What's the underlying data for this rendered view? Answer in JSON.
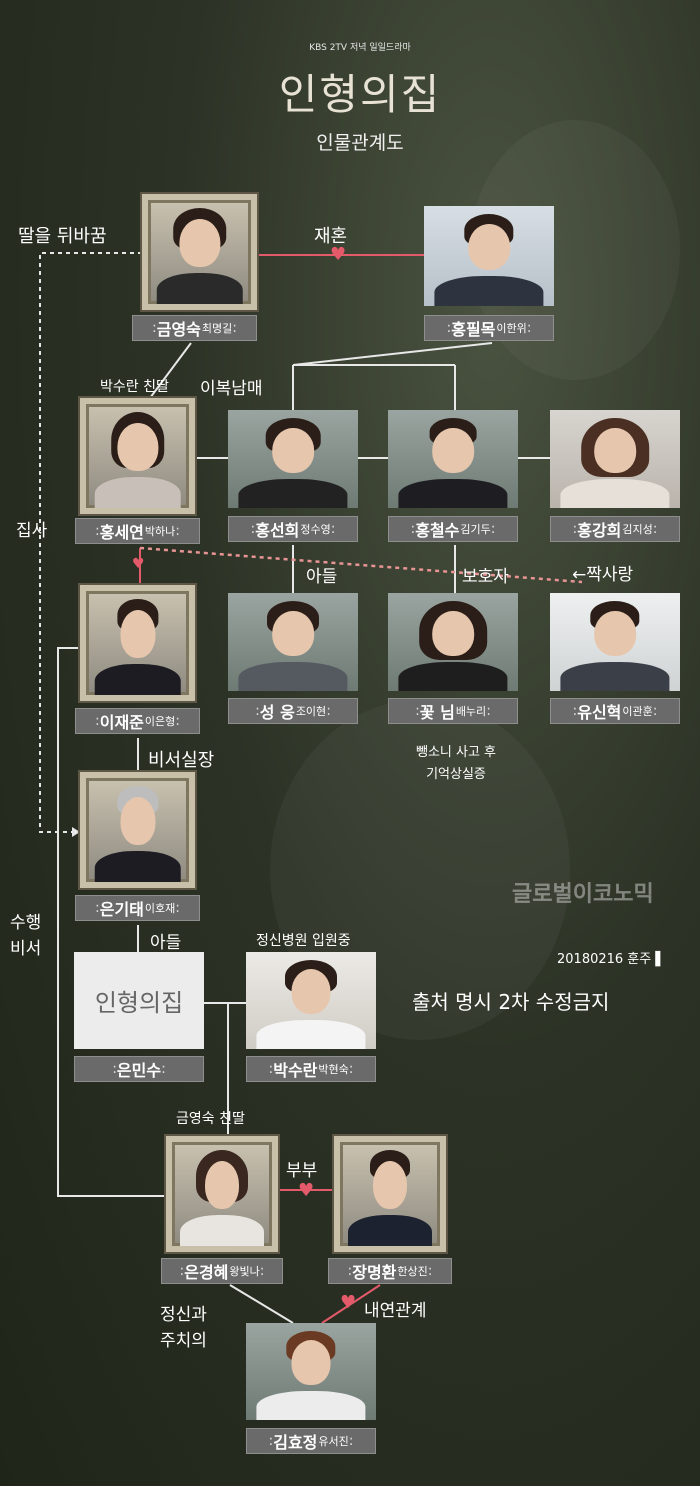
{
  "header": {
    "broadcaster": "KBS 2TV 저녁 일일드라마",
    "title": "인형의집",
    "subtitle": "인물관계도"
  },
  "characters": {
    "geum_youngsook": {
      "name": "금영숙",
      "actor": "최명길"
    },
    "hong_pilmok": {
      "name": "홍필목",
      "actor": "이한위"
    },
    "hong_seyeon": {
      "name": "홍세연",
      "actor": "박하나"
    },
    "hong_seonhee": {
      "name": "홍선희",
      "actor": "정수영"
    },
    "hong_cheolsu": {
      "name": "홍철수",
      "actor": "김기두"
    },
    "hong_kanghee": {
      "name": "홍강희",
      "actor": "김지성"
    },
    "lee_jaejun": {
      "name": "이재준",
      "actor": "이은형"
    },
    "seongwoong": {
      "name": "성  웅",
      "actor": "조이현"
    },
    "kkotnim": {
      "name": "꽃  님",
      "actor": "배누리"
    },
    "yu_sinhyeok": {
      "name": "유신혁",
      "actor": "이관훈"
    },
    "eun_gitae": {
      "name": "은기태",
      "actor": "이호재"
    },
    "eun_minsu": {
      "name": "은민수",
      "actor": ""
    },
    "park_suran": {
      "name": "박수란",
      "actor": "박현숙"
    },
    "eun_gyeonghye": {
      "name": "은경혜",
      "actor": "왕빛나"
    },
    "jang_myeonghwan": {
      "name": "장명환",
      "actor": "한상진"
    },
    "kim_hyojeong": {
      "name": "김효정",
      "actor": "유서진"
    }
  },
  "relations": {
    "swapped_daughter": "딸을 뒤바꿈",
    "remarriage": "재혼",
    "suran_real_daughter": "박수란 친딸",
    "half_siblings": "이복남매",
    "butler": "집사",
    "son": "아들",
    "guardian": "보호자",
    "crush": "←짝사랑",
    "chief_secretary": "비서실장",
    "accompanying_secretary_1": "수행",
    "accompanying_secretary_2": "비서",
    "son2": "아들",
    "psych_hospital": "정신병원 입원중",
    "youngsook_real_daughter": "금영숙 친딸",
    "spouses": "부부",
    "affair": "내연관계",
    "psychiatrist_1": "정신과",
    "psychiatrist_2": "주치의",
    "hit_and_run_1": "뺑소니 사고 후",
    "hit_and_run_2": "기억상실증"
  },
  "placeholder_logo": "인형의집",
  "watermark": "글로벌이코노믹",
  "dateline": "20180216 훈주 ▌",
  "notice": "출처 명시 2차 수정금지",
  "colors": {
    "background": "#2c3326",
    "line": "#e8e8e8",
    "relation_line": "#e35a6a",
    "nameplate": "#6a6a6a"
  }
}
